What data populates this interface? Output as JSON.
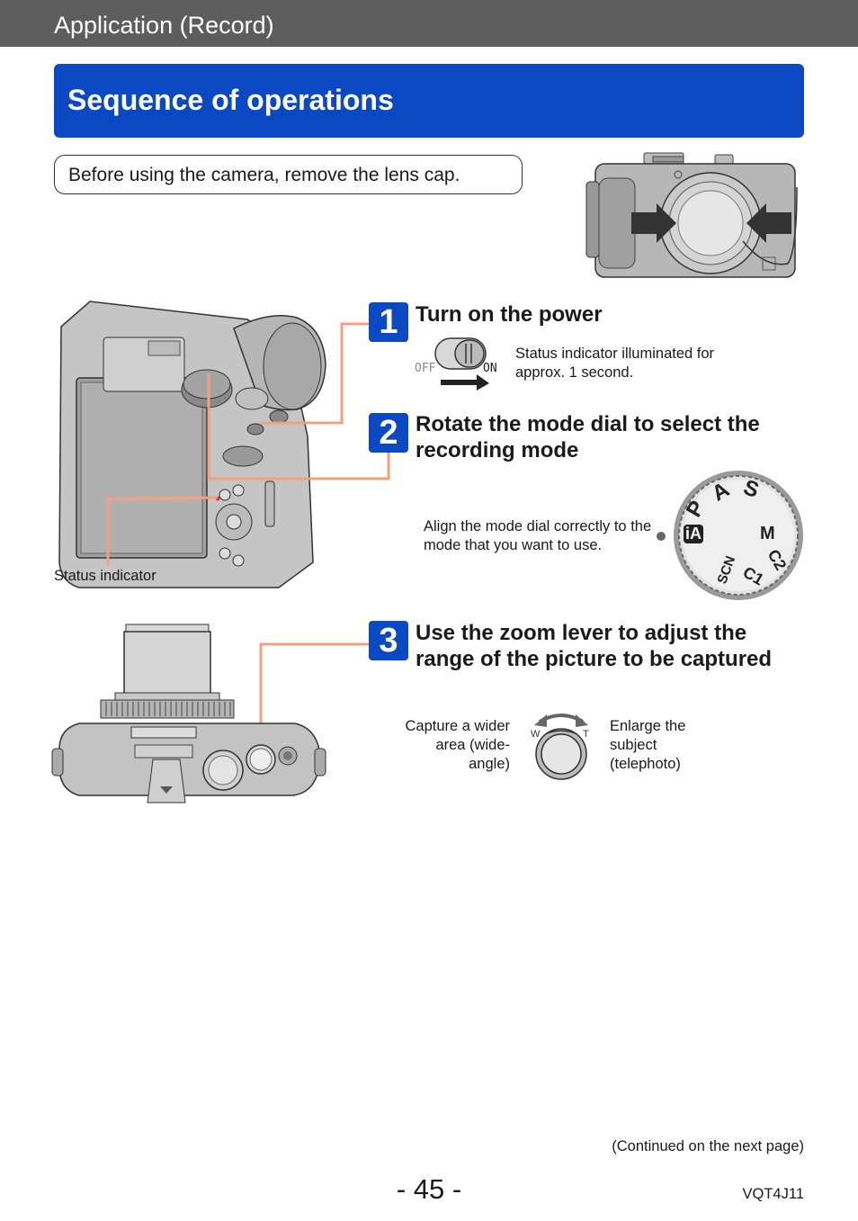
{
  "header": {
    "section": "Application (Record)"
  },
  "title": "Sequence of operations",
  "lens_cap_note": "Before using the camera, remove the lens cap.",
  "camera_label": "Status indicator",
  "steps": [
    {
      "number": "1",
      "title": "Turn on the power",
      "switch_off": "OFF",
      "switch_on": "ON",
      "note": "Status indicator illuminated for approx. 1 second."
    },
    {
      "number": "2",
      "title": "Rotate the mode dial to select the recording mode",
      "note": "Align the mode dial correctly to the mode that you want to use."
    },
    {
      "number": "3",
      "title": "Use the zoom lever to adjust the range of the picture to be captured",
      "wide_note": "Capture a wider area (wide-angle)",
      "tele_note": "Enlarge the subject (telephoto)",
      "lever_w": "W",
      "lever_t": "T"
    }
  ],
  "dial_marks": [
    "S",
    "M",
    "",
    "C2",
    "C1",
    "SCN",
    "",
    "iA",
    "P",
    "A"
  ],
  "footer": {
    "continued": "(Continued on the next page)",
    "page": "- 45 -",
    "doc_code": "VQT4J11"
  },
  "colors": {
    "band": "#0b48c4",
    "header": "#5d5d5d",
    "callout": "#f4a07c"
  },
  "icons": [
    "camera-front-illustration",
    "camera-back-illustration",
    "camera-top-illustration",
    "power-switch-icon",
    "mode-dial-icon",
    "zoom-lever-icon"
  ]
}
